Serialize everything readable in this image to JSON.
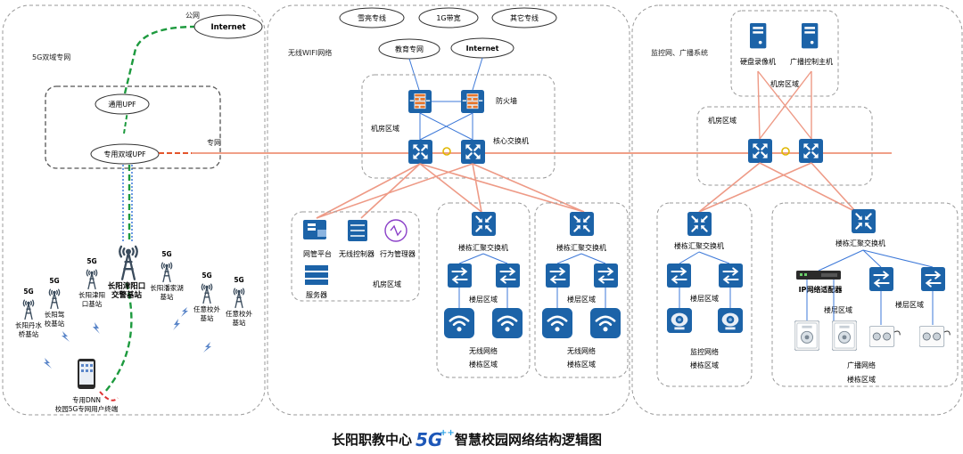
{
  "title": {
    "prefix": "长阳职教中心",
    "logo": "5G",
    "logo_plus": "++",
    "suffix": "智慧校园网络结构逻辑图"
  },
  "left": {
    "section_label": "5G双域专网",
    "public_net": "公网",
    "private_net": "专网",
    "internet": "Internet",
    "upf_general": "通用UPF",
    "upf_private": "专用双域UPF",
    "main_station": [
      "长阳津阳口",
      "交警基站"
    ],
    "stations": [
      {
        "g": "5G",
        "lines": [
          "长阳丹水",
          "桥基站"
        ]
      },
      {
        "g": "5G",
        "lines": [
          "长阳驾",
          "校基站"
        ]
      },
      {
        "g": "5G",
        "lines": [
          "长阳津阳",
          "口基站"
        ]
      },
      {
        "g": "5G",
        "lines": [
          "长阳潘家湖",
          "基站"
        ]
      },
      {
        "g": "5G",
        "lines": [
          "任意校外",
          "基站"
        ]
      },
      {
        "g": "5G",
        "lines": [
          "任意校外",
          "基站"
        ]
      }
    ],
    "terminal": [
      "专用DNN",
      "校园5G专网用户终端"
    ]
  },
  "middle": {
    "section_label": "无线WIFI网络",
    "top_links": [
      "雪亮专线",
      "1G带宽",
      "其它专线"
    ],
    "edu_net": "教育专网",
    "internet": "Internet",
    "firewall": "防火墙",
    "core_switch": "核心交换机",
    "machine_room": "机房区域",
    "servers": {
      "net_mgmt": "网管平台",
      "wireless_ctrl": "无线控制器",
      "behavior_mgr": "行为管理器",
      "server": "服务器",
      "area": "机房区域"
    },
    "buildings": [
      {
        "agg": "楼栋汇聚交换机",
        "floor": "楼层区域",
        "wifi": "无线网络",
        "area": "楼栋区域"
      },
      {
        "agg": "楼栋汇聚交换机",
        "floor": "楼层区域",
        "wifi": "无线网络",
        "area": "楼栋区域"
      }
    ]
  },
  "right": {
    "section_label": "监控网、广播系统",
    "recorder": "硬盘录像机",
    "broadcast_host": "广播控制主机",
    "room_top": "机房区域",
    "room_core": "机房区域",
    "monitor": {
      "agg": "楼栋汇聚交换机",
      "floor": "楼层区域",
      "label": "监控网络",
      "area": "楼栋区域"
    },
    "broadcast": {
      "agg": "楼栋汇聚交换机",
      "ip_adapter": "IP网络适配器",
      "floor_a": "楼层区域",
      "floor_b": "楼层区域",
      "label": "广播网络",
      "area": "楼栋区域"
    }
  }
}
